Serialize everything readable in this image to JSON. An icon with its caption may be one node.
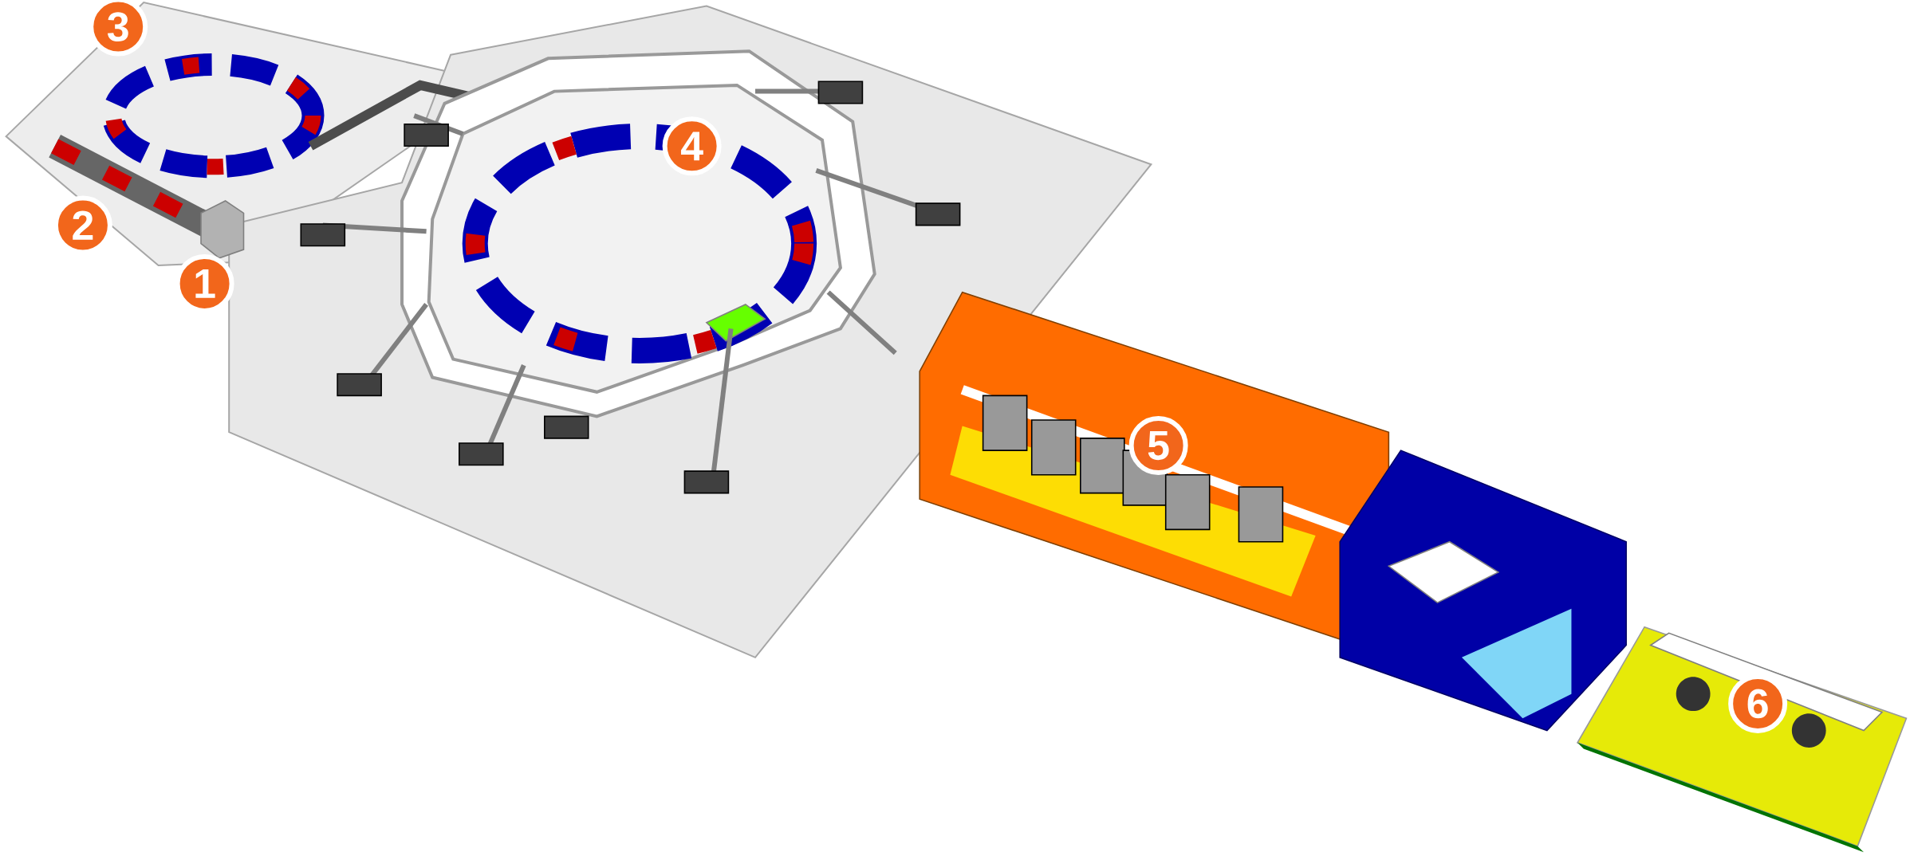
{
  "diagram": {
    "labels": [
      "3",
      "4",
      "2",
      "1",
      "5",
      "6"
    ]
  }
}
